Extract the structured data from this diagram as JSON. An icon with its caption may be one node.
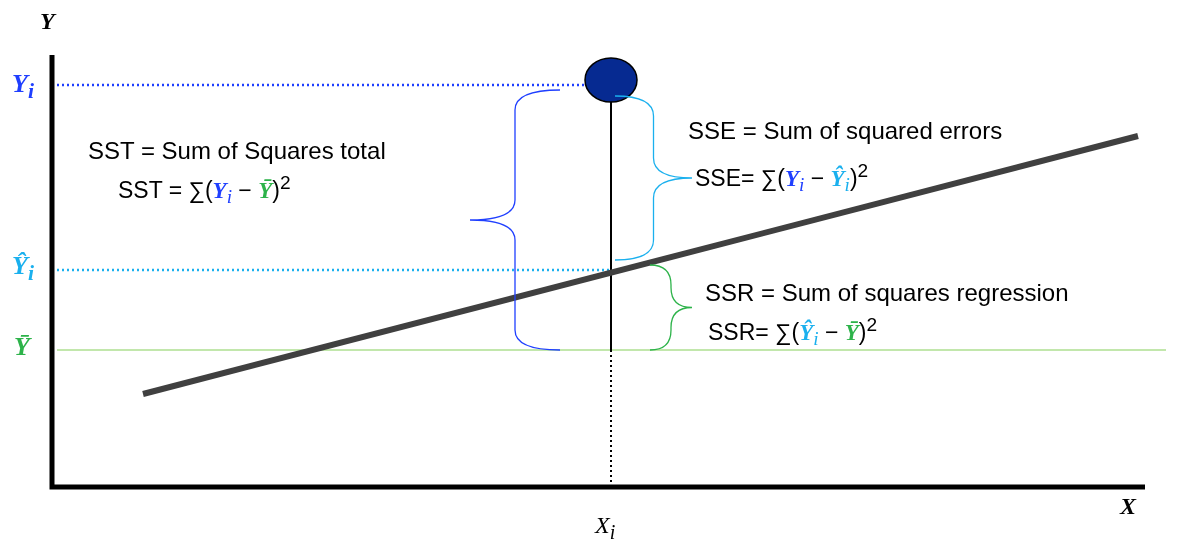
{
  "diagram": {
    "labels": [
      "Y",
      "Y$_{i}$",
      "SST = Sum of Squares total",
      "SST = ∑(**Y**$_{i}$ − **Ȳ**)$^{2}$",
      "SSE = Sum of squared errors",
      "SSE= ∑(**Y**$_{i}$ − **Ŷ**$_{i}$)$^{2}$",
      "Ŷ$_{i}$",
      "SSR = Sum of squares regression",
      "SSR= ∑(**Ŷ**$_{i}$ − **Ȳ**)$^{2}$",
      "Ȳ",
      "X",
      "X$_{i}$"
    ]
  }
}
